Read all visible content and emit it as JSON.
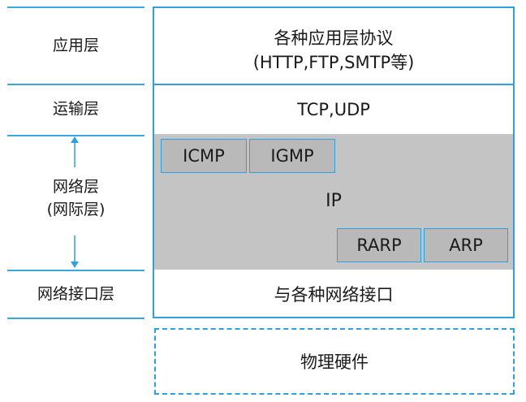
{
  "layers": {
    "application": {
      "label": "应用层",
      "content_line1": "各种应用层协议",
      "content_line2": "(HTTP,FTP,SMTP等)"
    },
    "transport": {
      "label": "运输层",
      "content": "TCP,UDP"
    },
    "network": {
      "label_line1": "网络层",
      "label_line2": "(网际层)",
      "core": "IP",
      "upper_protocols": [
        "ICMP",
        "IGMP"
      ],
      "lower_protocols": [
        "RARP",
        "ARP"
      ]
    },
    "link": {
      "label": "网络接口层",
      "content": "与各种网络接口"
    }
  },
  "hardware": {
    "label": "物理硬件"
  },
  "colors": {
    "accent_blue": "#2ea0e0",
    "network_fill": "#c4c4c4",
    "protocol_fill": "#b9b9b9"
  }
}
